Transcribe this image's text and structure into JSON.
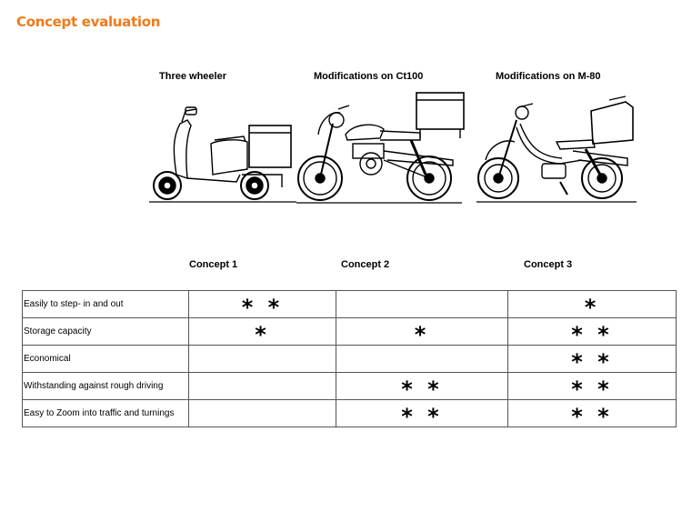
{
  "page": {
    "title": "Concept evaluation"
  },
  "vehicles": [
    {
      "label": "Three wheeler",
      "icon": "three-wheeler-scooter-illustration"
    },
    {
      "label": "Modifications on Ct100",
      "icon": "motorcycle-with-cargo-box-illustration"
    },
    {
      "label": "Modifications on M-80",
      "icon": "moped-with-cargo-box-illustration"
    }
  ],
  "concepts": [
    "Concept 1",
    "Concept 2",
    "Concept 3"
  ],
  "rows": [
    {
      "criterion": "Easily to step- in and out",
      "ratings": [
        "* *",
        "",
        "*"
      ]
    },
    {
      "criterion": "Storage capacity",
      "ratings": [
        "*",
        "*",
        "* *"
      ]
    },
    {
      "criterion": "Economical",
      "ratings": [
        "",
        "",
        "* *"
      ]
    },
    {
      "criterion": "Withstanding against rough driving",
      "ratings": [
        "",
        "* *",
        "* *"
      ]
    },
    {
      "criterion": "Easy to Zoom into traffic and turnings",
      "ratings": [
        "",
        "* *",
        "* *"
      ]
    }
  ],
  "colors": {
    "title": "#f07a1a",
    "line": "#000000",
    "table_border": "#555555"
  }
}
